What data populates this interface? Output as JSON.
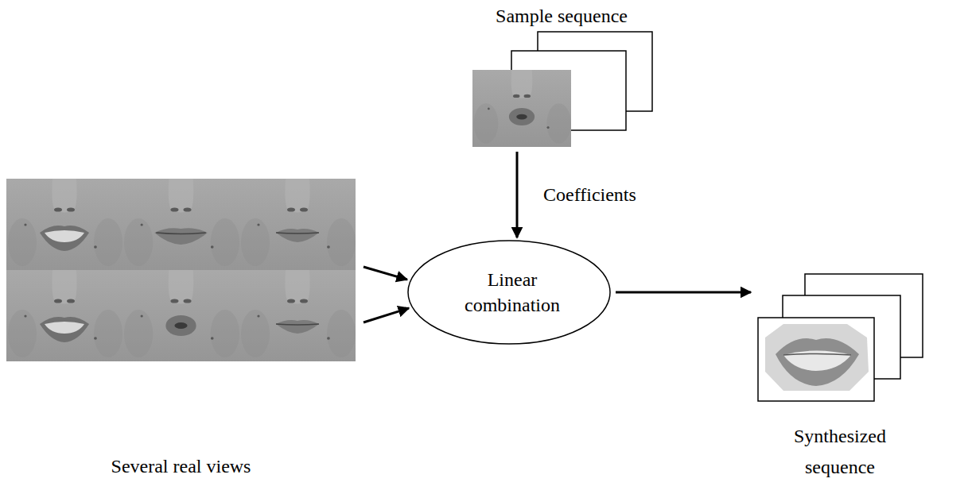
{
  "diagram": {
    "nodes": [
      {
        "text": [
          "Sample sequence"
        ]
      },
      {
        "text": [
          "Several real views"
        ]
      },
      {
        "text": [
          "Linear combination"
        ]
      },
      {
        "text": [
          "Synthesized sequence"
        ]
      }
    ],
    "edges": [
      {
        "from": 0,
        "to": 2,
        "arrow": "to",
        "label": "Coefficients"
      },
      {
        "from": 1,
        "to": 2,
        "arrow": "to"
      },
      {
        "from": 1,
        "to": 2,
        "arrow": "to"
      },
      {
        "from": 2,
        "to": 3,
        "arrow": "to"
      }
    ]
  }
}
